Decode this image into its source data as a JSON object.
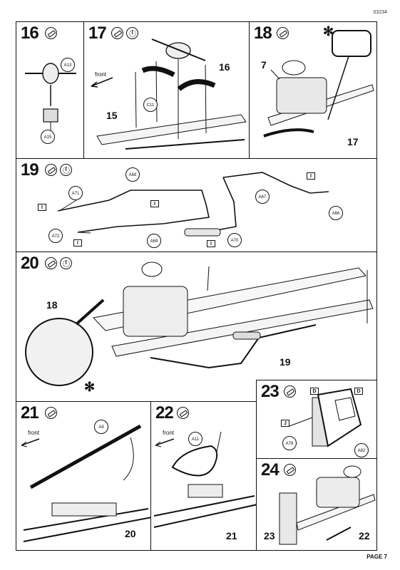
{
  "page_code": "03234",
  "page_label": "PAGE 7",
  "front_label": "front",
  "steps": {
    "s16": {
      "number": "16",
      "parts": [
        "A13",
        "A15"
      ]
    },
    "s17": {
      "number": "17",
      "callouts": [
        "16",
        "15"
      ],
      "parts": [
        "C11"
      ]
    },
    "s18": {
      "number": "18",
      "callouts": [
        "7",
        "17"
      ]
    },
    "s19": {
      "number": "19",
      "parts": [
        "A68",
        "A71",
        "A72",
        "A69",
        "A70",
        "A67",
        "A66"
      ],
      "flag": "I"
    },
    "s20": {
      "number": "20",
      "callouts": [
        "18",
        "19"
      ]
    },
    "s21": {
      "number": "21",
      "parts": [
        "A9"
      ],
      "callouts": [
        "20"
      ]
    },
    "s22": {
      "number": "22",
      "parts": [
        "A11"
      ],
      "callouts": [
        "21"
      ]
    },
    "s23": {
      "number": "23",
      "parts": [
        "A78",
        "A82"
      ],
      "flags": [
        "D",
        "D",
        "J"
      ]
    },
    "s24": {
      "number": "24",
      "callouts": [
        "23",
        "22"
      ]
    }
  }
}
